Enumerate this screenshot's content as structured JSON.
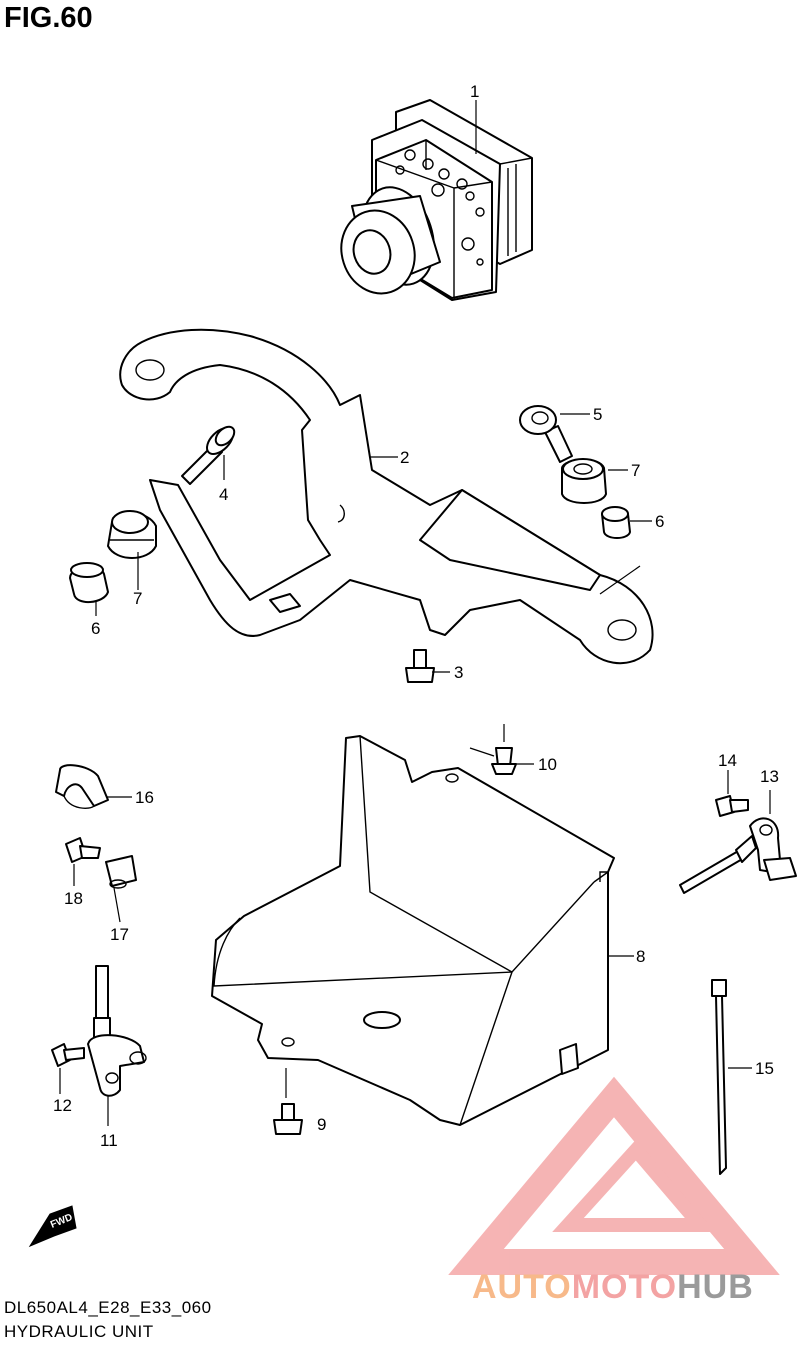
{
  "figure": {
    "title": "FIG.60"
  },
  "callouts": [
    {
      "id": "1",
      "label": "1"
    },
    {
      "id": "2",
      "label": "2"
    },
    {
      "id": "3",
      "label": "3"
    },
    {
      "id": "4",
      "label": "4"
    },
    {
      "id": "5",
      "label": "5"
    },
    {
      "id": "6a",
      "label": "6"
    },
    {
      "id": "6b",
      "label": "6"
    },
    {
      "id": "7a",
      "label": "7"
    },
    {
      "id": "7b",
      "label": "7"
    },
    {
      "id": "8",
      "label": "8"
    },
    {
      "id": "9",
      "label": "9"
    },
    {
      "id": "10",
      "label": "10"
    },
    {
      "id": "11",
      "label": "11"
    },
    {
      "id": "12",
      "label": "12"
    },
    {
      "id": "13",
      "label": "13"
    },
    {
      "id": "14",
      "label": "14"
    },
    {
      "id": "15",
      "label": "15"
    },
    {
      "id": "16",
      "label": "16"
    },
    {
      "id": "17",
      "label": "17"
    },
    {
      "id": "18",
      "label": "18"
    }
  ],
  "fwd_label": "FWD",
  "footer": {
    "model_code": "DL650AL4_E28_E33_060",
    "section_name": "HYDRAULIC UNIT"
  },
  "watermark": {
    "part1": "AUTO",
    "part2": "MOTO",
    "part3": "HUB"
  },
  "colors": {
    "watermark_orange": "#f7b98a",
    "watermark_red": "#f3a3a3",
    "watermark_gray": "#9a9a9a"
  }
}
